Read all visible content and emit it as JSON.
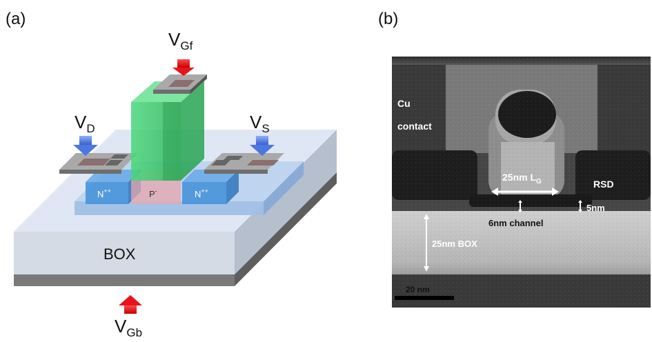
{
  "panel_a": {
    "label": "(a)",
    "vgf": {
      "main": "V",
      "sub": "Gf"
    },
    "vd": {
      "main": "V",
      "sub": "D"
    },
    "vs": {
      "main": "V",
      "sub": "S"
    },
    "vgb": {
      "main": "V",
      "sub": "Gb"
    },
    "n_left": {
      "main": "N",
      "sup": "++"
    },
    "n_right": {
      "main": "N",
      "sup": "++"
    },
    "p_region": {
      "main": "P",
      "sup": "-"
    },
    "box": "BOX"
  },
  "panel_b": {
    "label": "(b)",
    "cu_contact": [
      "Cu",
      "contact"
    ],
    "lg": {
      "main": "25nm L",
      "sub": "G"
    },
    "rsd": "RSD",
    "thickness_5nm": "5nm",
    "channel": "6nm channel",
    "box": "25nm BOX",
    "scale": "20 nm"
  },
  "colors": {
    "arrow_red": "#e8141a",
    "arrow_blue": "#4a78e0",
    "gate_green": "#3fcf6e",
    "n_region": "#3f8fd8",
    "p_region": "#e8a6ad",
    "box_face": "#cdd8e8"
  }
}
